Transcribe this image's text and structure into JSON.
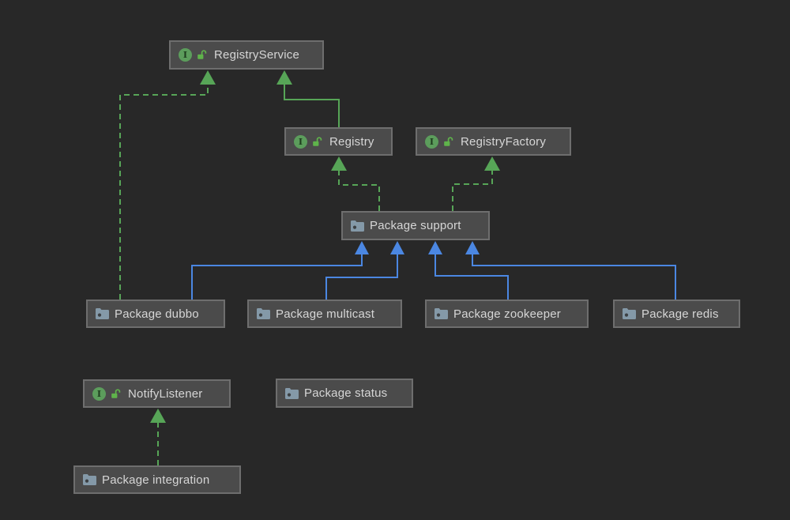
{
  "diagram": {
    "kind": "uml-dependency-diagram",
    "theme": "dark"
  },
  "icons": {
    "interface_letter": "I"
  },
  "colors": {
    "background": "#282828",
    "node_fill": "#4b4b4b",
    "node_border": "#6e6e6e",
    "node_text": "#d6d6d6",
    "green_edge": "#57a557",
    "blue_edge": "#4b87e2",
    "interface_icon": "#5c9d5c",
    "lock_icon": "#5fb34b",
    "package_icon": "#8499a8"
  },
  "nodes": [
    {
      "id": "registry-service",
      "kind": "interface",
      "label": "RegistryService"
    },
    {
      "id": "registry",
      "kind": "interface",
      "label": "Registry"
    },
    {
      "id": "registry-factory",
      "kind": "interface",
      "label": "RegistryFactory"
    },
    {
      "id": "package-support",
      "kind": "package",
      "label": "Package support"
    },
    {
      "id": "package-dubbo",
      "kind": "package",
      "label": "Package dubbo"
    },
    {
      "id": "package-multicast",
      "kind": "package",
      "label": "Package multicast"
    },
    {
      "id": "package-zookeeper",
      "kind": "package",
      "label": "Package zookeeper"
    },
    {
      "id": "package-redis",
      "kind": "package",
      "label": "Package redis"
    },
    {
      "id": "notify-listener",
      "kind": "interface",
      "label": "NotifyListener"
    },
    {
      "id": "package-status",
      "kind": "package",
      "label": "Package status"
    },
    {
      "id": "package-integration",
      "kind": "package",
      "label": "Package integration"
    }
  ],
  "edges": [
    {
      "from": "Registry",
      "to": "RegistryService",
      "line": "solid",
      "color": "green"
    },
    {
      "from": "Package dubbo",
      "to": "RegistryService",
      "line": "dashed",
      "color": "green"
    },
    {
      "from": "Package support",
      "to": "Registry",
      "line": "dashed",
      "color": "green"
    },
    {
      "from": "Package support",
      "to": "RegistryFactory",
      "line": "dashed",
      "color": "green"
    },
    {
      "from": "Package dubbo",
      "to": "Package support",
      "line": "solid",
      "color": "blue"
    },
    {
      "from": "Package multicast",
      "to": "Package support",
      "line": "solid",
      "color": "blue"
    },
    {
      "from": "Package zookeeper",
      "to": "Package support",
      "line": "solid",
      "color": "blue"
    },
    {
      "from": "Package redis",
      "to": "Package support",
      "line": "solid",
      "color": "blue"
    },
    {
      "from": "Package integration",
      "to": "NotifyListener",
      "line": "dashed",
      "color": "green"
    }
  ]
}
